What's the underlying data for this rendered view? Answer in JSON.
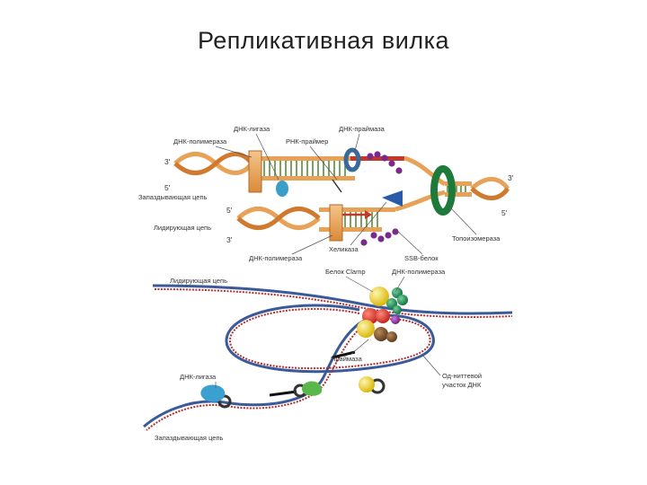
{
  "slide": {
    "title": "Репликативная вилка"
  },
  "top_diagram": {
    "labels": {
      "dna_ligase": "ДНК-лигаза",
      "dna_primase": "ДНК-праймаза",
      "dna_polymerase_top": "ДНК-полимераза",
      "rna_primer": "РНК-праймер",
      "lagging_strand": "Запаздывающая цепь",
      "leading_strand": "Лидирующая цепь",
      "dna_polymerase_bottom": "ДНК-полимераза",
      "helicase": "Хеликаза",
      "ssb_protein": "SSB-белок",
      "topoisomerase": "Топоизомераза"
    },
    "ends": {
      "top_left_3": "3'",
      "top_left_5": "5'",
      "mid_left_5": "5'",
      "bottom_left_3": "3'",
      "right_3": "3'",
      "right_5": "5'"
    }
  },
  "bottom_diagram": {
    "labels": {
      "leading_strand": "Лидирующая цепь",
      "clamp_protein": "Белок Clamp",
      "dna_polymerase": "ДНК-полимераза",
      "primase": "Праймаза",
      "dna_ligase": "ДНК-лигаза",
      "single_strand": "Од-ниттевой участок ДНК",
      "single_strand_line1": "Од-ниттевой",
      "single_strand_line2": "участок ДНК",
      "lagging_strand": "Запаздывающая цепь"
    }
  },
  "colors": {
    "backbone_orange": "#e8a257",
    "backbone_dark": "#b06a2a",
    "rung_green": "#5c8a3a",
    "polymerase_orange": "#e88a1a",
    "primer_red": "#c0392b",
    "ligase_blue": "#3a9ec9",
    "ssb_purple": "#7a2a8c",
    "topoisomerase_green": "#1e7a3a",
    "helicase_blue": "#2a5aa8",
    "strand_red": "#b03030",
    "strand_blue": "#3a5a9a"
  }
}
